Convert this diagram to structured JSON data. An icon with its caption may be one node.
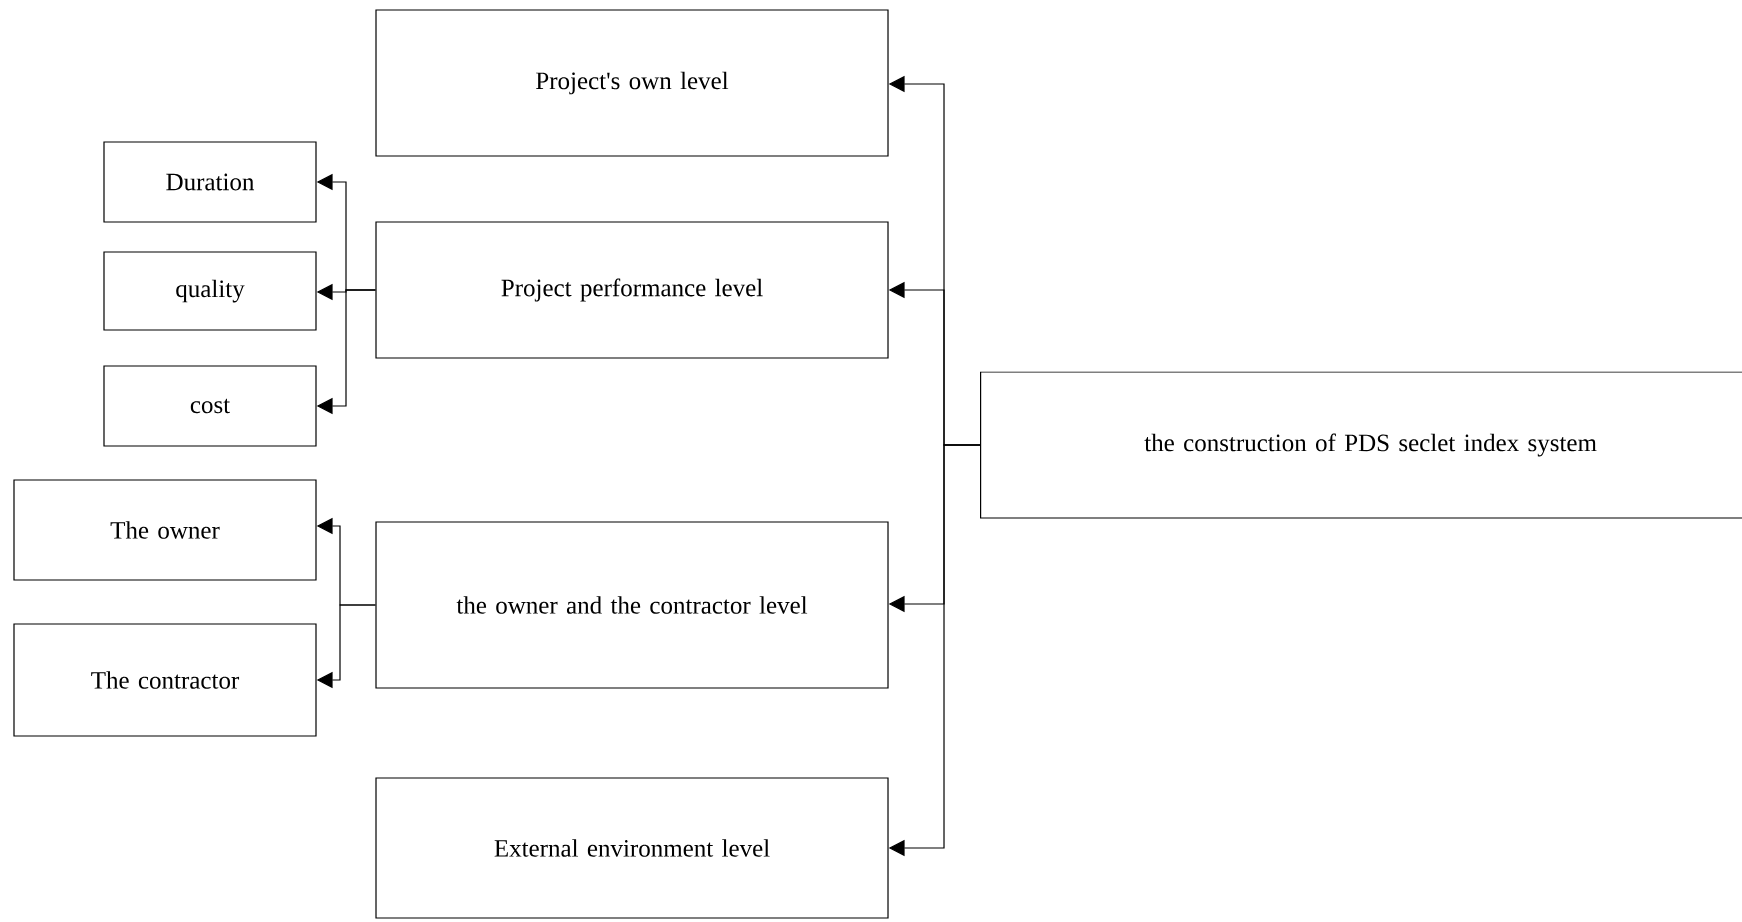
{
  "diagram": {
    "nodes": [
      {
        "text": [
          "Project's own level"
        ]
      },
      {
        "text": [
          "Duration"
        ]
      },
      {
        "text": [
          "Project performance level"
        ]
      },
      {
        "text": [
          "quality"
        ]
      },
      {
        "text": [
          "cost"
        ]
      },
      {
        "text": [
          "the construction of PDS seclet index system"
        ]
      },
      {
        "text": [
          "The owner"
        ]
      },
      {
        "text": [
          "the owner and the contractor level"
        ]
      },
      {
        "text": [
          "The contractor"
        ]
      },
      {
        "text": [
          "External environment level"
        ]
      }
    ],
    "edges": [
      {
        "from": 5,
        "to": 0,
        "arrow": "to"
      },
      {
        "from": 5,
        "to": 2,
        "arrow": "to"
      },
      {
        "from": 5,
        "to": 7,
        "arrow": "to"
      },
      {
        "from": 5,
        "to": 9,
        "arrow": "to"
      },
      {
        "from": 2,
        "to": 1,
        "arrow": "to"
      },
      {
        "from": 2,
        "to": 3,
        "arrow": "to"
      },
      {
        "from": 2,
        "to": 4,
        "arrow": "to"
      },
      {
        "from": 7,
        "to": 6,
        "arrow": "to"
      },
      {
        "from": 7,
        "to": 8,
        "arrow": "to"
      }
    ]
  }
}
